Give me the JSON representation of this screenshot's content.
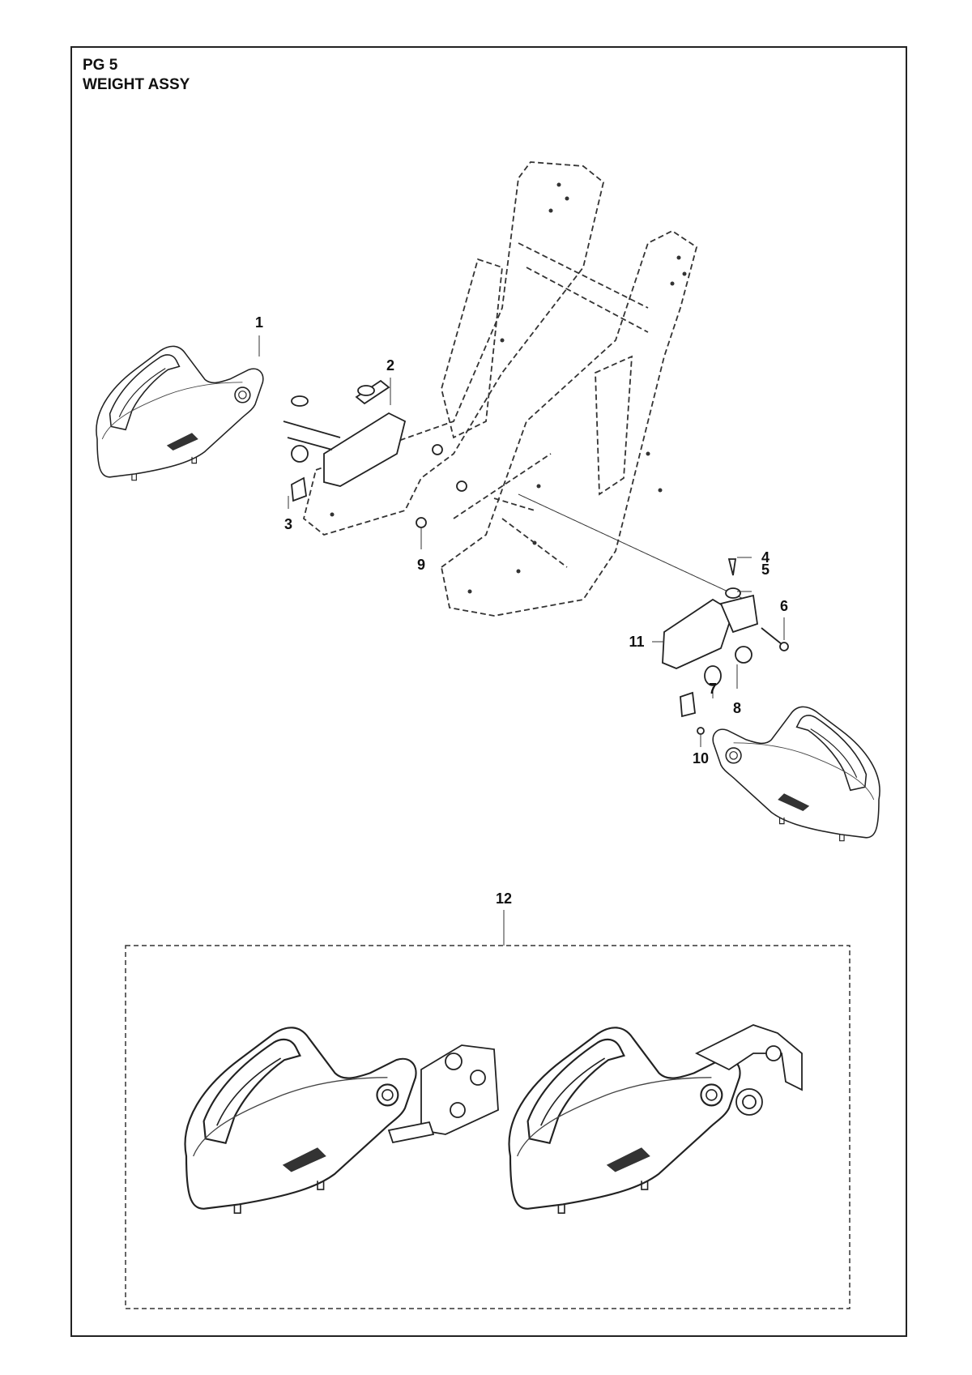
{
  "header": {
    "page_code": "PG 5",
    "title": "WEIGHT ASSY"
  },
  "callouts": [
    {
      "id": "c1",
      "label": "1"
    },
    {
      "id": "c2",
      "label": "2"
    },
    {
      "id": "c3",
      "label": "3"
    },
    {
      "id": "c4",
      "label": "4"
    },
    {
      "id": "c5",
      "label": "5"
    },
    {
      "id": "c6",
      "label": "6"
    },
    {
      "id": "c7",
      "label": "7"
    },
    {
      "id": "c8",
      "label": "8"
    },
    {
      "id": "c9",
      "label": "9"
    },
    {
      "id": "c10",
      "label": "10"
    },
    {
      "id": "c11",
      "label": "11"
    },
    {
      "id": "c12",
      "label": "12"
    }
  ]
}
